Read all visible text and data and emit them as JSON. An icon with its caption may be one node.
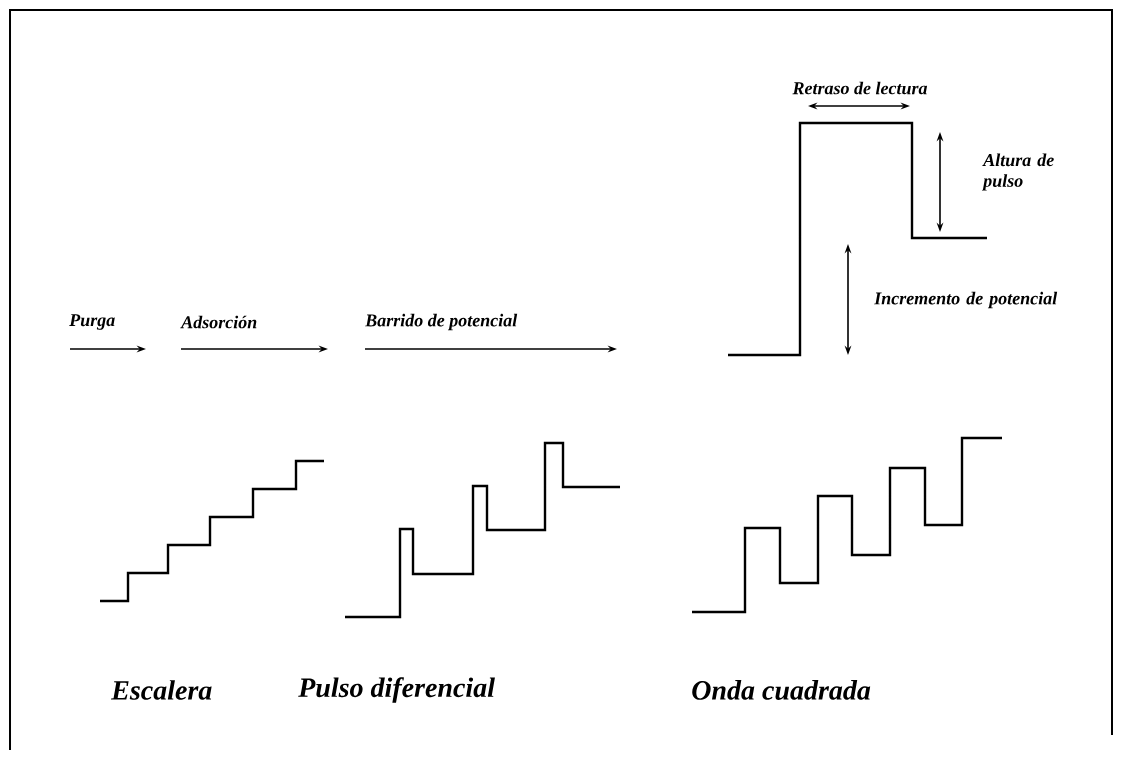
{
  "diagram": {
    "labels": [
      "Retraso de lectura",
      "Altura de pulso",
      "Incremento de potencial",
      "Purga",
      "Adsorción",
      "Barrido de potencial",
      "Escalera",
      "Pulso diferencial",
      "Onda cuadrada"
    ]
  }
}
